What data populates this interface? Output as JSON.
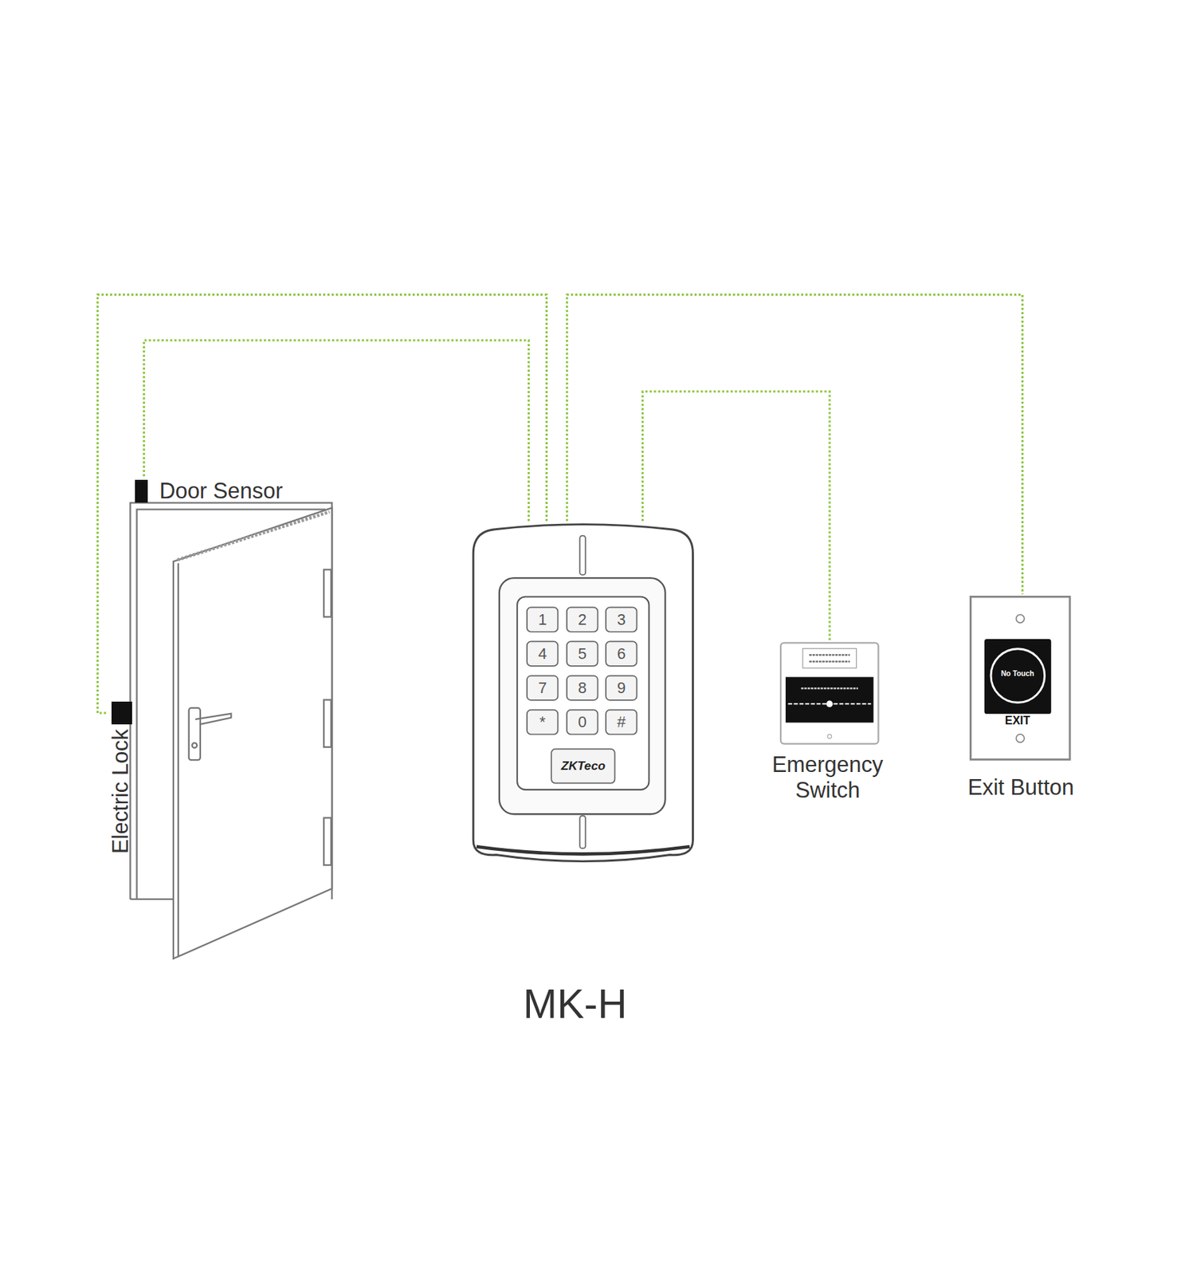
{
  "diagram": {
    "caption": "MK-H",
    "nodes": [
      {
        "text": [
          "Door Sensor"
        ]
      },
      {
        "text": [
          "Electric Lock"
        ]
      },
      {
        "text": [
          "ZKTeco"
        ]
      },
      {
        "text": [
          "Emergency Switch"
        ]
      },
      {
        "text": [
          "No Touch",
          "EXIT",
          "Exit Button"
        ]
      }
    ],
    "edges": [
      {
        "from": 2,
        "to": 0,
        "arrow": "none"
      },
      {
        "from": 2,
        "to": 1,
        "arrow": "none"
      },
      {
        "from": 2,
        "to": 3,
        "arrow": "none"
      },
      {
        "from": 2,
        "to": 4,
        "arrow": "none"
      }
    ],
    "labels": [
      "1",
      "2",
      "3",
      "4",
      "5",
      "6",
      "7",
      "8",
      "9",
      "*",
      "0",
      "#"
    ]
  }
}
